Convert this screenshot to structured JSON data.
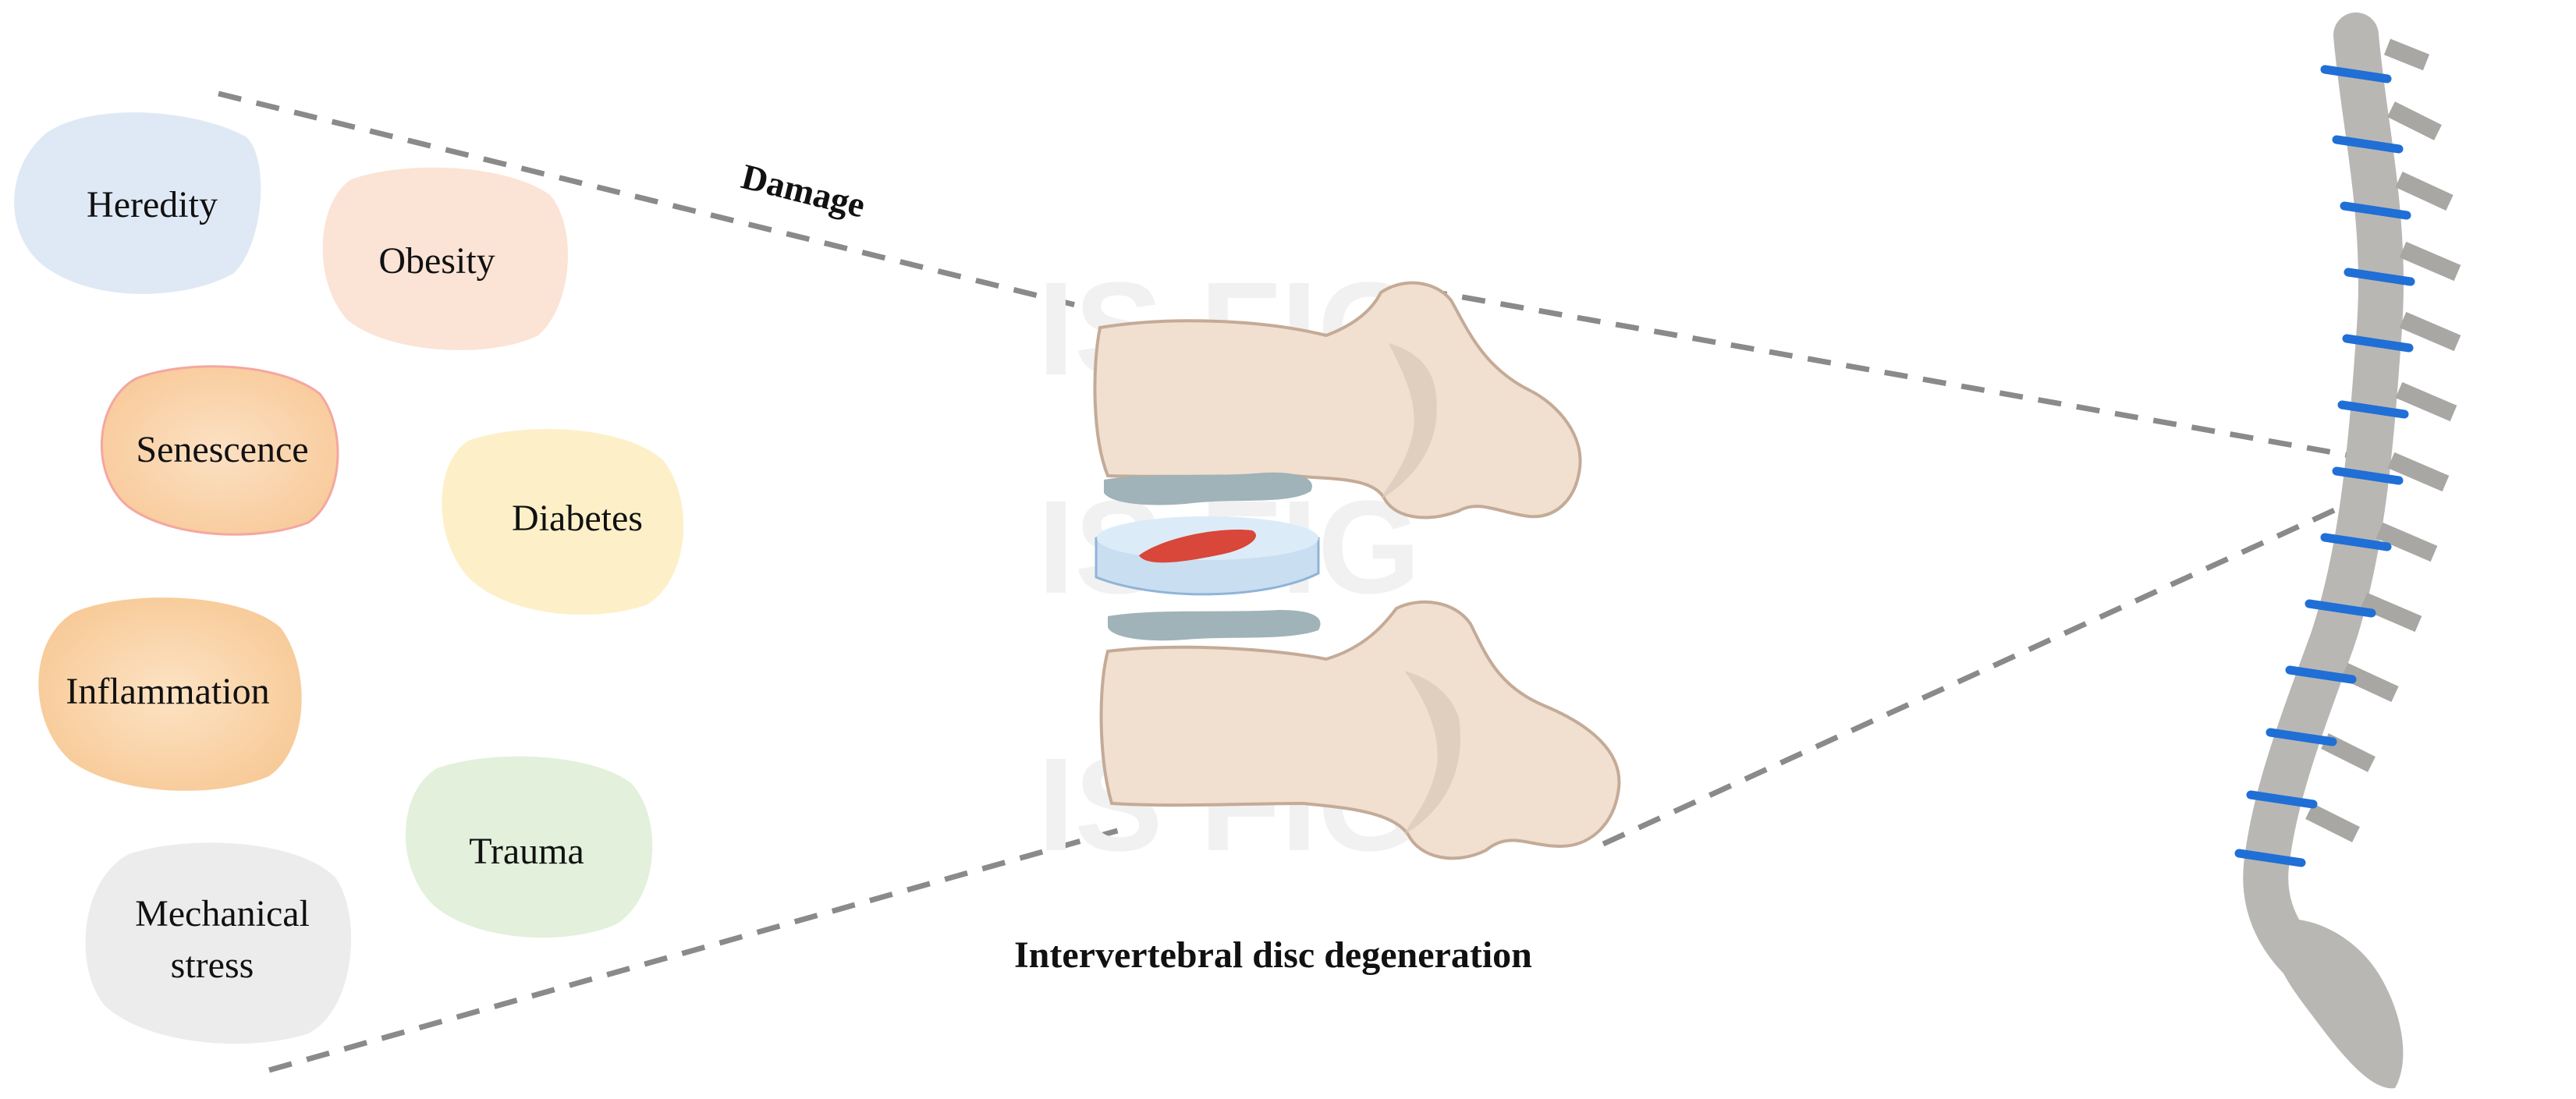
{
  "risk_factors": [
    {
      "label": "Heredity",
      "color": "#dfe9f5"
    },
    {
      "label": "Obesity",
      "color": "#fbe3d6"
    },
    {
      "label": "Senescence",
      "color": "#fbd9b4"
    },
    {
      "label": "Diabetes",
      "color": "#fdf0c9"
    },
    {
      "label": "Inflammation",
      "color": "#fbd9b0"
    },
    {
      "label": "Trauma",
      "color": "#e3f0db"
    },
    {
      "label": "Mechanical",
      "color": "#ececec"
    }
  ],
  "mechanical_second_line": "stress",
  "damage_label": "Damage",
  "caption": "Intervertebral disc degeneration",
  "colors": {
    "bone": "#f1dfd0",
    "bone_outline": "#c4ab97",
    "endplate": "#9fb3b8",
    "disc": "#c9def0",
    "nucleus": "#d9463a",
    "spine": "#b9b7b4",
    "spine_disc": "#1f6fd6",
    "dash": "#8a8a8a"
  }
}
